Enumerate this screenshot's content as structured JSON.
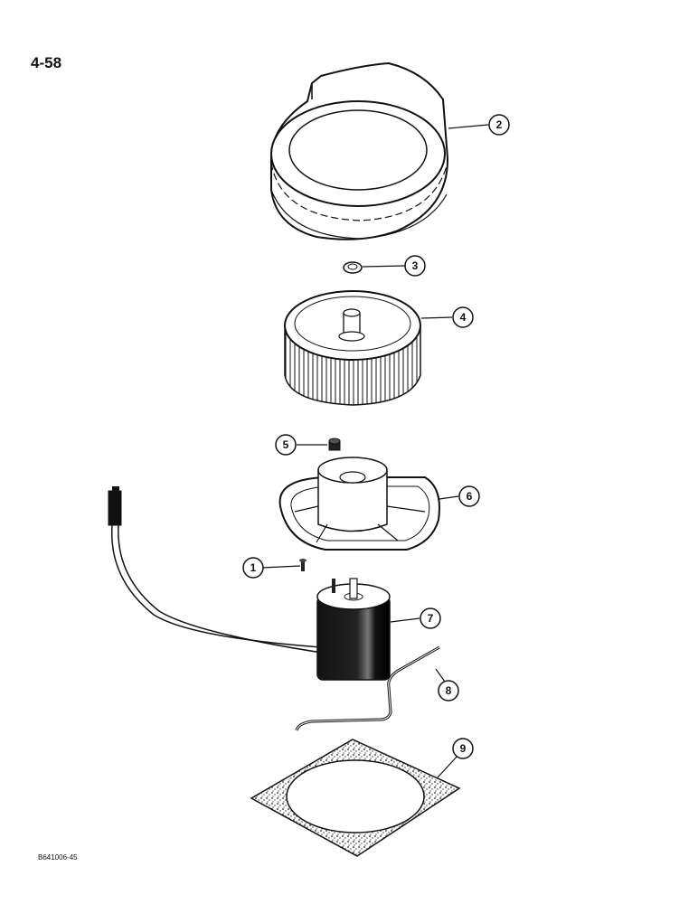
{
  "page_number": "4-58",
  "figure_code": "B641006-45",
  "callouts": [
    {
      "id": "1",
      "label": "1"
    },
    {
      "id": "2",
      "label": "2"
    },
    {
      "id": "3",
      "label": "3"
    },
    {
      "id": "4",
      "label": "4"
    },
    {
      "id": "5",
      "label": "5"
    },
    {
      "id": "6",
      "label": "6"
    },
    {
      "id": "7",
      "label": "7"
    },
    {
      "id": "8",
      "label": "8"
    },
    {
      "id": "9",
      "label": "9"
    }
  ]
}
